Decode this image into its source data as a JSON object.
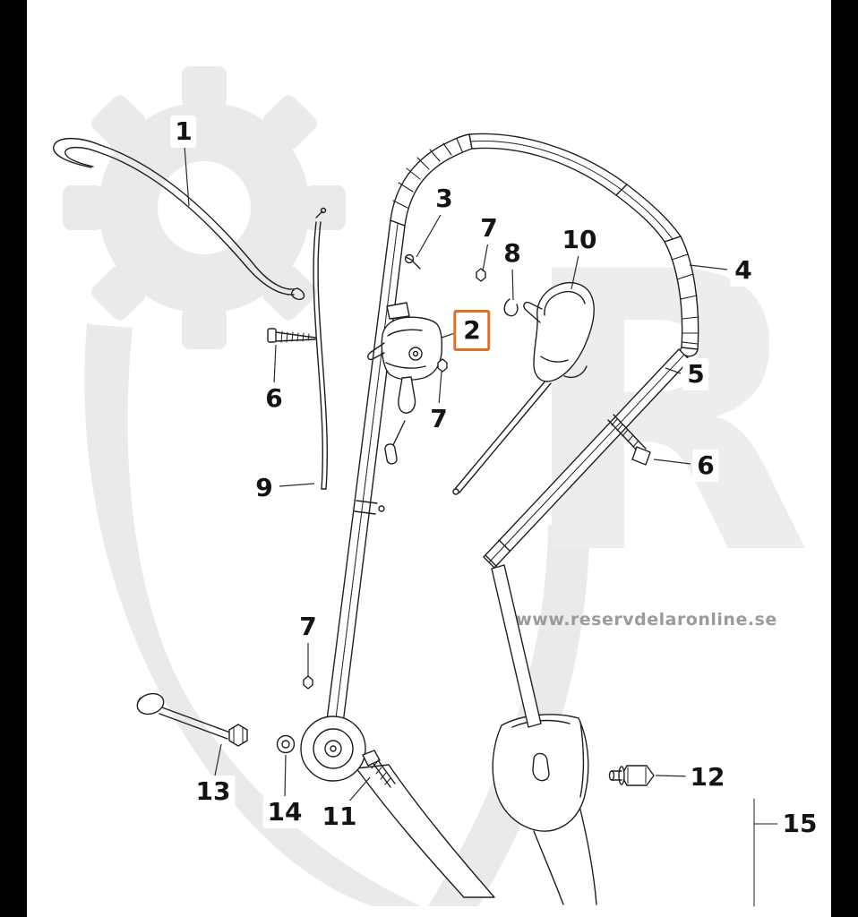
{
  "page": {
    "background_color": "#ffffff",
    "letterbox_color": "#000000",
    "line_color": "#1f1f1f",
    "watermark_color": "#eaeaea",
    "watermark_url_color": "#9b9b9b",
    "highlight_color": "#e2702a"
  },
  "watermark": {
    "letter": "R",
    "url_text": "www.reservdelaronline.se"
  },
  "labels": [
    {
      "part": "1",
      "text": "1",
      "highlighted": false
    },
    {
      "part": "3",
      "text": "3",
      "highlighted": false
    },
    {
      "part": "7",
      "text": "7",
      "highlighted": false
    },
    {
      "part": "8",
      "text": "8",
      "highlighted": false
    },
    {
      "part": "10",
      "text": "10",
      "highlighted": false
    },
    {
      "part": "4",
      "text": "4",
      "highlighted": false
    },
    {
      "part": "2",
      "text": "2",
      "highlighted": true
    },
    {
      "part": "6",
      "text": "6",
      "highlighted": false
    },
    {
      "part": "7",
      "text": "7",
      "highlighted": false
    },
    {
      "part": "5",
      "text": "5",
      "highlighted": false
    },
    {
      "part": "6",
      "text": "6",
      "highlighted": false
    },
    {
      "part": "9",
      "text": "9",
      "highlighted": false
    },
    {
      "part": "7",
      "text": "7",
      "highlighted": false
    },
    {
      "part": "13",
      "text": "13",
      "highlighted": false
    },
    {
      "part": "14",
      "text": "14",
      "highlighted": false
    },
    {
      "part": "11",
      "text": "11",
      "highlighted": false
    },
    {
      "part": "12",
      "text": "12",
      "highlighted": false
    },
    {
      "part": "15",
      "text": "15",
      "highlighted": false
    }
  ]
}
